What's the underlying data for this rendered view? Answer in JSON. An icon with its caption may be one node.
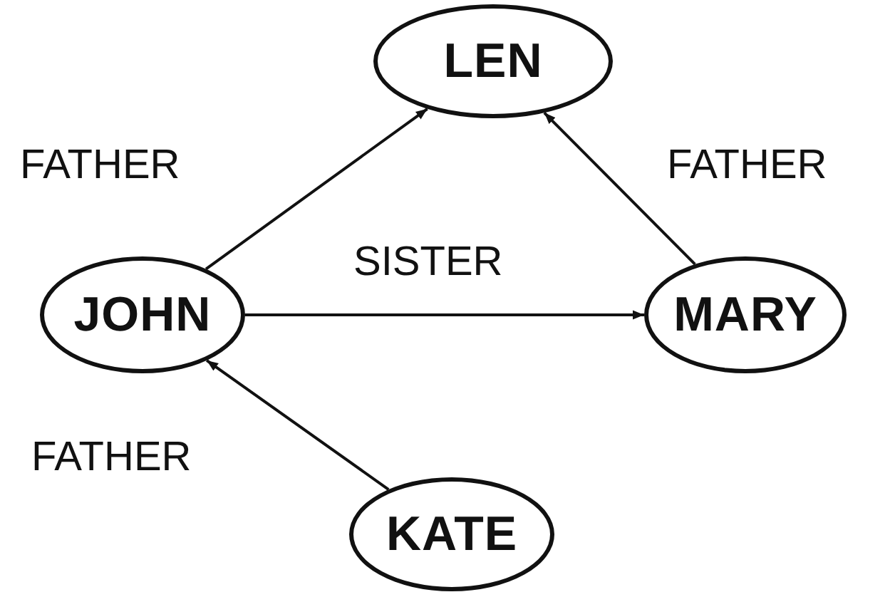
{
  "diagram": {
    "nodes": [
      {
        "text": [
          "LEN"
        ]
      },
      {
        "text": [
          "JOHN"
        ]
      },
      {
        "text": [
          "MARY"
        ]
      },
      {
        "text": [
          "KATE"
        ]
      }
    ],
    "edges": [
      {
        "from": 1,
        "to": 0,
        "arrow": "to",
        "label": "FATHER"
      },
      {
        "from": 2,
        "to": 0,
        "arrow": "to",
        "label": "FATHER"
      },
      {
        "from": 1,
        "to": 2,
        "arrow": "to",
        "label": "SISTER"
      },
      {
        "from": 3,
        "to": 1,
        "arrow": "to",
        "label": "FATHER"
      }
    ]
  }
}
